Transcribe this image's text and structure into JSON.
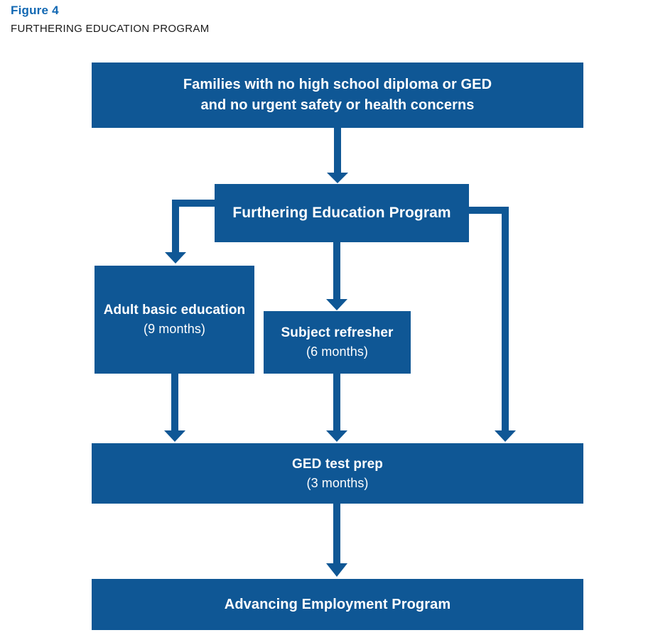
{
  "header": {
    "figure_number": "Figure 4",
    "figure_title": "FURTHERING EDUCATION PROGRAM"
  },
  "colors": {
    "accent": "#1268b3",
    "box_fill": "#0f5795",
    "box_text": "#ffffff",
    "connector": "#0f5795",
    "background": "#ffffff",
    "title_text": "#1a1a1a"
  },
  "chart_data": {
    "type": "diagram",
    "title": "Furthering Education Program",
    "nodes": [
      {
        "id": "families",
        "title": "Families with no high school diploma or GED\nand no urgent safety or health concerns",
        "sub": ""
      },
      {
        "id": "fep",
        "title": "Furthering Education Program",
        "sub": ""
      },
      {
        "id": "adult-basic",
        "title": "Adult basic education",
        "sub": "(9 months)"
      },
      {
        "id": "subject-refresher",
        "title": "Subject refresher",
        "sub": "(6 months)"
      },
      {
        "id": "ged-prep",
        "title": "GED test prep",
        "sub": "(3 months)"
      },
      {
        "id": "advancing",
        "title": "Advancing Employment Program",
        "sub": ""
      }
    ],
    "edges": [
      {
        "from": "families",
        "to": "fep",
        "style": "straight-down"
      },
      {
        "from": "fep",
        "to": "adult-basic",
        "style": "elbow-left-down"
      },
      {
        "from": "fep",
        "to": "subject-refresher",
        "style": "straight-down"
      },
      {
        "from": "fep",
        "to": "ged-prep",
        "style": "elbow-right-down"
      },
      {
        "from": "adult-basic",
        "to": "ged-prep",
        "style": "straight-down"
      },
      {
        "from": "subject-refresher",
        "to": "ged-prep",
        "style": "straight-down"
      },
      {
        "from": "ged-prep",
        "to": "advancing",
        "style": "straight-down"
      }
    ]
  },
  "nodes": {
    "families": {
      "title": "Families with no high school diploma or GED\nand no urgent safety or health concerns"
    },
    "fep": {
      "title": "Furthering Education Program"
    },
    "adult_basic": {
      "title": "Adult basic education",
      "sub": "(9 months)"
    },
    "subject_refresher": {
      "title": "Subject refresher",
      "sub": "(6 months)"
    },
    "ged_prep": {
      "title": "GED test prep",
      "sub": "(3 months)"
    },
    "advancing": {
      "title": "Advancing Employment Program"
    }
  }
}
